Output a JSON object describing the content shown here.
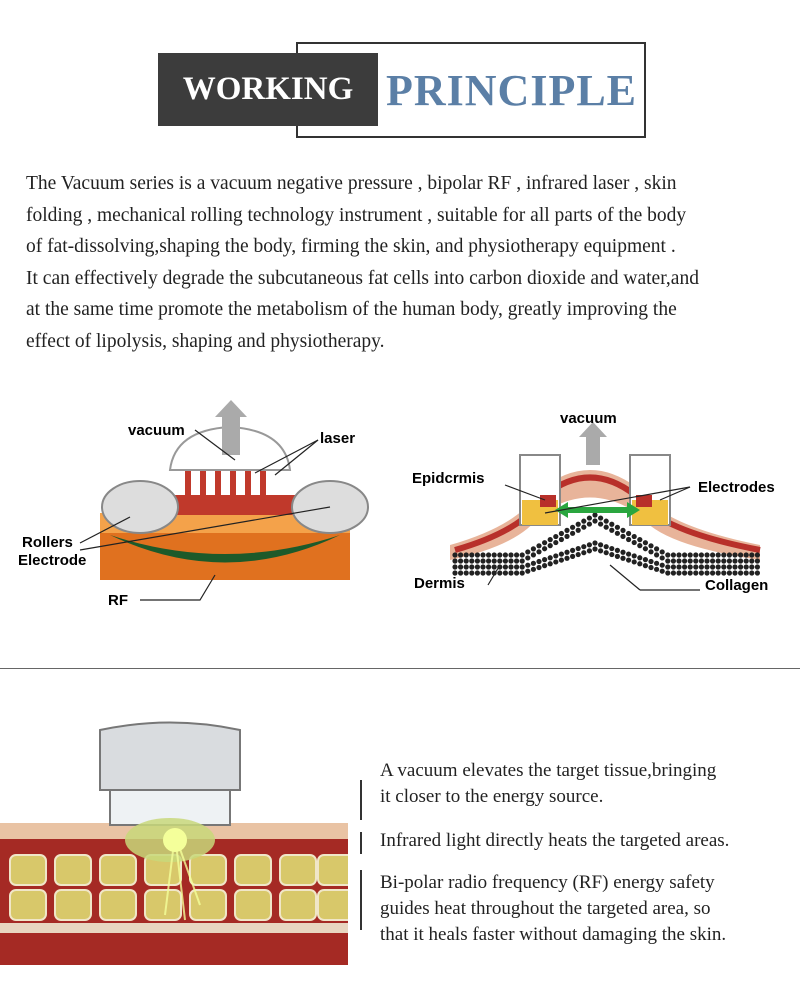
{
  "header": {
    "left_word": "WORKING",
    "right_word": "PRINCIPLE"
  },
  "intro_lines": [
    "The Vacuum series is a vacuum negative pressure , bipolar RF , infrared laser , skin",
    "folding , mechanical rolling technology instrument , suitable for all parts of the body",
    "of fat-dissolving,shaping the body, firming the skin, and physiotherapy equipment .",
    "It can effectively degrade the subcutaneous fat cells into carbon dioxide and water,and",
    "at the same time promote the metabolism of the human body, greatly improving the",
    "effect of lipolysis, shaping and physiotherapy."
  ],
  "diagram_left": {
    "vacuum": "vacuum",
    "laser": "laser",
    "rollers": "Rollers",
    "electrode": "Electrode",
    "rf": "RF"
  },
  "diagram_right": {
    "vacuum": "vacuum",
    "epidermis": "Epidcrmis",
    "electrodes": "Electrodes",
    "dermis": "Dermis",
    "collagen": "Collagen"
  },
  "notes": [
    {
      "lines": [
        "A vacuum elevates the target tissue,bringing",
        "it closer to the energy source."
      ]
    },
    {
      "lines": [
        "Infrared light directly heats the targeted areas."
      ]
    },
    {
      "lines": [
        "Bi-polar radio frequency (RF) energy safety",
        "guides heat throughout the targeted area, so",
        "that it heals faster without damaging the skin."
      ]
    }
  ],
  "colors": {
    "accent_blue": "#5b7fa6",
    "dark_box": "#3c3c3c",
    "fat_yellow": "#d8c86a",
    "tissue_red": "#b8302a"
  }
}
